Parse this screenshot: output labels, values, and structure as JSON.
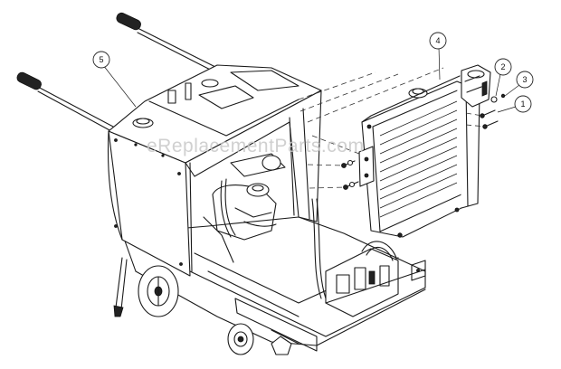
{
  "watermark": "eReplacementParts.com",
  "callouts": [
    {
      "id": "c1",
      "label": "1"
    },
    {
      "id": "c2",
      "label": "2"
    },
    {
      "id": "c3",
      "label": "3"
    },
    {
      "id": "c4",
      "label": "4"
    },
    {
      "id": "c5",
      "label": "5"
    }
  ]
}
